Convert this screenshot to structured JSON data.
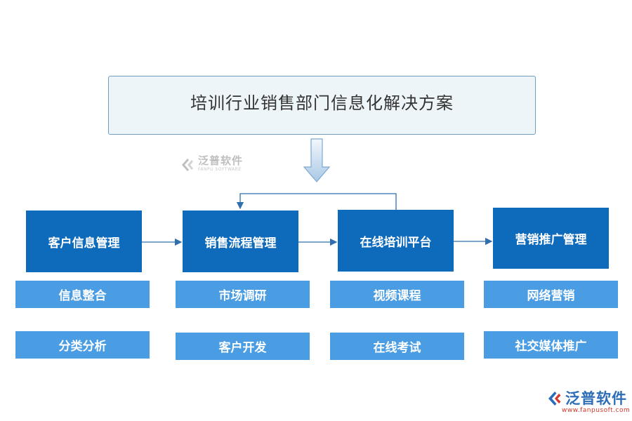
{
  "title": "培训行业销售部门信息化解决方案",
  "watermark": {
    "name": "泛普软件",
    "sub": "FANPU SOFTWARE"
  },
  "modules": [
    {
      "label": "客户信息管理",
      "items": [
        "信息整合",
        "分类分析"
      ]
    },
    {
      "label": "销售流程管理",
      "items": [
        "市场调研",
        "客户开发"
      ]
    },
    {
      "label": "在线培训平台",
      "items": [
        "视频课程",
        "在线考试"
      ]
    },
    {
      "label": "营销推广管理",
      "items": [
        "网络营销",
        "社交媒体推广"
      ]
    }
  ],
  "brand": {
    "name": "泛普软件",
    "url": "www.fanpusoft.com"
  },
  "colors": {
    "main_box": "#0e6abb",
    "sub_box": "#4a9de3",
    "title_bg": "#eef5f8",
    "title_border": "#6f9ec0",
    "connector": "#2f6fae",
    "brand": "#2d6db8",
    "url": "#d0372b"
  }
}
